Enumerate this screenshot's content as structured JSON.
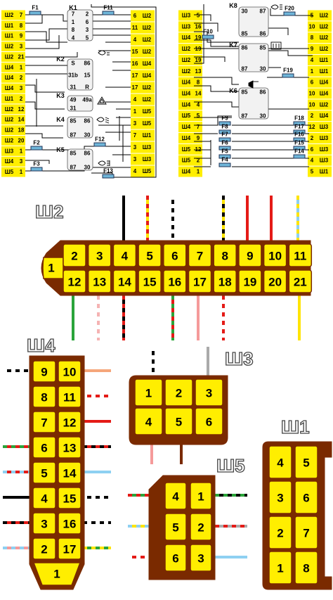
{
  "colors": {
    "cell_fill": "#ffee00",
    "cell_border": "#7a2a00",
    "connector_fill": "#7a2a00",
    "schematic_line": "#000000",
    "fuse_fill": "#6fb6d9"
  },
  "schematic": {
    "left_strip": [
      {
        "sh": "Ш2",
        "n": "7"
      },
      {
        "sh": "Ш1",
        "n": "8"
      },
      {
        "sh": "Ш1",
        "n": "9"
      },
      {
        "sh": "Ш2",
        "n": "3"
      },
      {
        "sh": "Ш2",
        "n": "21"
      },
      {
        "sh": "Ш4",
        "n": "1"
      },
      {
        "sh": "Ш4",
        "n": "2"
      },
      {
        "sh": "Ш4",
        "n": "3"
      },
      {
        "sh": "Ш1",
        "n": "2"
      },
      {
        "sh": "Ш2",
        "n": "12"
      },
      {
        "sh": "Ш2",
        "n": "14"
      },
      {
        "sh": "Ш2",
        "n": "18"
      },
      {
        "sh": "Ш2",
        "n": "20"
      },
      {
        "sh": "Ш3",
        "n": "1"
      },
      {
        "sh": "Ш4",
        "n": "3"
      },
      {
        "sh": "Ш5",
        "n": "1"
      }
    ],
    "mid_left_strip": [
      {
        "n": "6",
        "sh": "Ш2"
      },
      {
        "n": "11",
        "sh": "Ш2"
      },
      {
        "n": "4",
        "sh": "Ш2"
      },
      {
        "n": "15",
        "sh": "Ш2"
      },
      {
        "n": "16",
        "sh": "Ш4"
      },
      {
        "n": "17",
        "sh": "Ш4"
      },
      {
        "n": "17",
        "sh": "Ш2"
      },
      {
        "n": "4",
        "sh": "Ш2"
      },
      {
        "n": "1",
        "sh": "Ш5"
      },
      {
        "n": "3",
        "sh": "Ш5"
      },
      {
        "n": "7",
        "sh": "Ш1"
      },
      {
        "n": "3",
        "sh": "Ш3"
      },
      {
        "n": "3",
        "sh": "Ш3"
      },
      {
        "n": "4",
        "sh": "Ш5"
      }
    ],
    "mid_right_strip": [
      {
        "sh": "Ш3",
        "n": "5"
      },
      {
        "sh": "Ш3",
        "n": "16"
      },
      {
        "sh": "Ш4",
        "n": "19"
      },
      {
        "sh": "Ш2",
        "n": "19"
      },
      {
        "sh": "Ш2",
        "n": "19"
      },
      {
        "sh": "Ш2",
        "n": "13"
      },
      {
        "sh": "Ш4",
        "n": "8"
      },
      {
        "sh": "Ш4",
        "n": "14"
      },
      {
        "sh": "Ш4",
        "n": "4"
      },
      {
        "sh": "Ш5",
        "n": "5"
      },
      {
        "sh": "Ш4",
        "n": "7"
      },
      {
        "sh": "Ш4",
        "n": "9"
      },
      {
        "sh": "Ш5",
        "n": "12"
      },
      {
        "sh": "Ш5",
        "n": "2"
      },
      {
        "sh": "Ш4",
        "n": "1"
      }
    ],
    "right_strip": [
      {
        "n": "5",
        "sh": "Ш2"
      },
      {
        "n": "10",
        "sh": "Ш2"
      },
      {
        "n": "8",
        "sh": "Ш2"
      },
      {
        "n": "9",
        "sh": "Ш2"
      },
      {
        "n": "4",
        "sh": "Ш1"
      },
      {
        "n": "1",
        "sh": "Ш1"
      },
      {
        "n": "6",
        "sh": "Ш4"
      },
      {
        "n": "10",
        "sh": "Ш4"
      },
      {
        "n": "10",
        "sh": "Ш2"
      },
      {
        "n": "2",
        "sh": "Ш4"
      },
      {
        "n": "12",
        "sh": "Ш3"
      },
      {
        "n": "2",
        "sh": "Ш3"
      },
      {
        "n": "6",
        "sh": "Ш3"
      },
      {
        "n": "4",
        "sh": "Ш3"
      },
      {
        "n": "5",
        "sh": "Ш1"
      }
    ],
    "fuses": [
      "F1",
      "F11",
      "F2",
      "F12",
      "F3",
      "F13",
      "F20",
      "F10",
      "F19",
      "F18",
      "F17",
      "F16",
      "F15",
      "F14",
      "F9",
      "F8",
      "F7",
      "F6",
      "F5",
      "F4"
    ],
    "relays": {
      "K1": {
        "label": "K1",
        "pins": [
          "7",
          "2",
          "1",
          "6",
          "8",
          "3",
          "4",
          "5"
        ]
      },
      "K2": {
        "label": "K2",
        "pins": [
          "S",
          "86",
          "31b",
          "15",
          "31",
          "R"
        ]
      },
      "K3": {
        "label": "K3",
        "pins": [
          "49",
          "49a",
          "31"
        ]
      },
      "K4": {
        "label": "K4",
        "pins": [
          "85",
          "86",
          "87",
          "30"
        ]
      },
      "K5": {
        "label": "K5",
        "pins": [
          "85",
          "86",
          "87",
          "30"
        ]
      },
      "K6": {
        "label": "K6",
        "pins": [
          "85",
          "86",
          "87",
          "30"
        ]
      },
      "K7": {
        "label": "K7",
        "pins": [
          "86",
          "85",
          "87",
          "30"
        ]
      },
      "K8": {
        "label": "K8",
        "pins": [
          "30",
          "87",
          "85",
          "86"
        ]
      }
    },
    "relay_icons": [
      "headlight-icon",
      "wiper-icon",
      "hazard-icon",
      "lowbeam-icon",
      "foglight-icon",
      "rear-defrost-icon",
      "horn-icon",
      "highbeam-icon"
    ]
  },
  "connectors": {
    "sh2": {
      "title": "Ш2",
      "top": [
        "2",
        "3",
        "4",
        "5",
        "6",
        "7",
        "8",
        "9",
        "10",
        "11"
      ],
      "bottom": [
        "12",
        "13",
        "14",
        "15",
        "16",
        "17",
        "18",
        "19",
        "20",
        "21"
      ],
      "end": "1"
    },
    "sh4": {
      "title": "Ш4",
      "left": [
        "9",
        "8",
        "7",
        "6",
        "5",
        "4",
        "3",
        "2"
      ],
      "right": [
        "10",
        "11",
        "12",
        "13",
        "14",
        "15",
        "16",
        "17"
      ],
      "bottom": "1"
    },
    "sh3": {
      "title": "Ш3",
      "top": [
        "1",
        "2",
        "3"
      ],
      "bottom": [
        "4",
        "5",
        "6"
      ]
    },
    "sh5": {
      "title": "Ш5",
      "left": [
        "4",
        "5",
        "6"
      ],
      "right": [
        "1",
        "2",
        "3"
      ]
    },
    "sh1": {
      "title": "Ш1",
      "left": [
        "4",
        "3",
        "2",
        "1"
      ],
      "right": [
        "5",
        "6",
        "7",
        "8"
      ]
    }
  }
}
